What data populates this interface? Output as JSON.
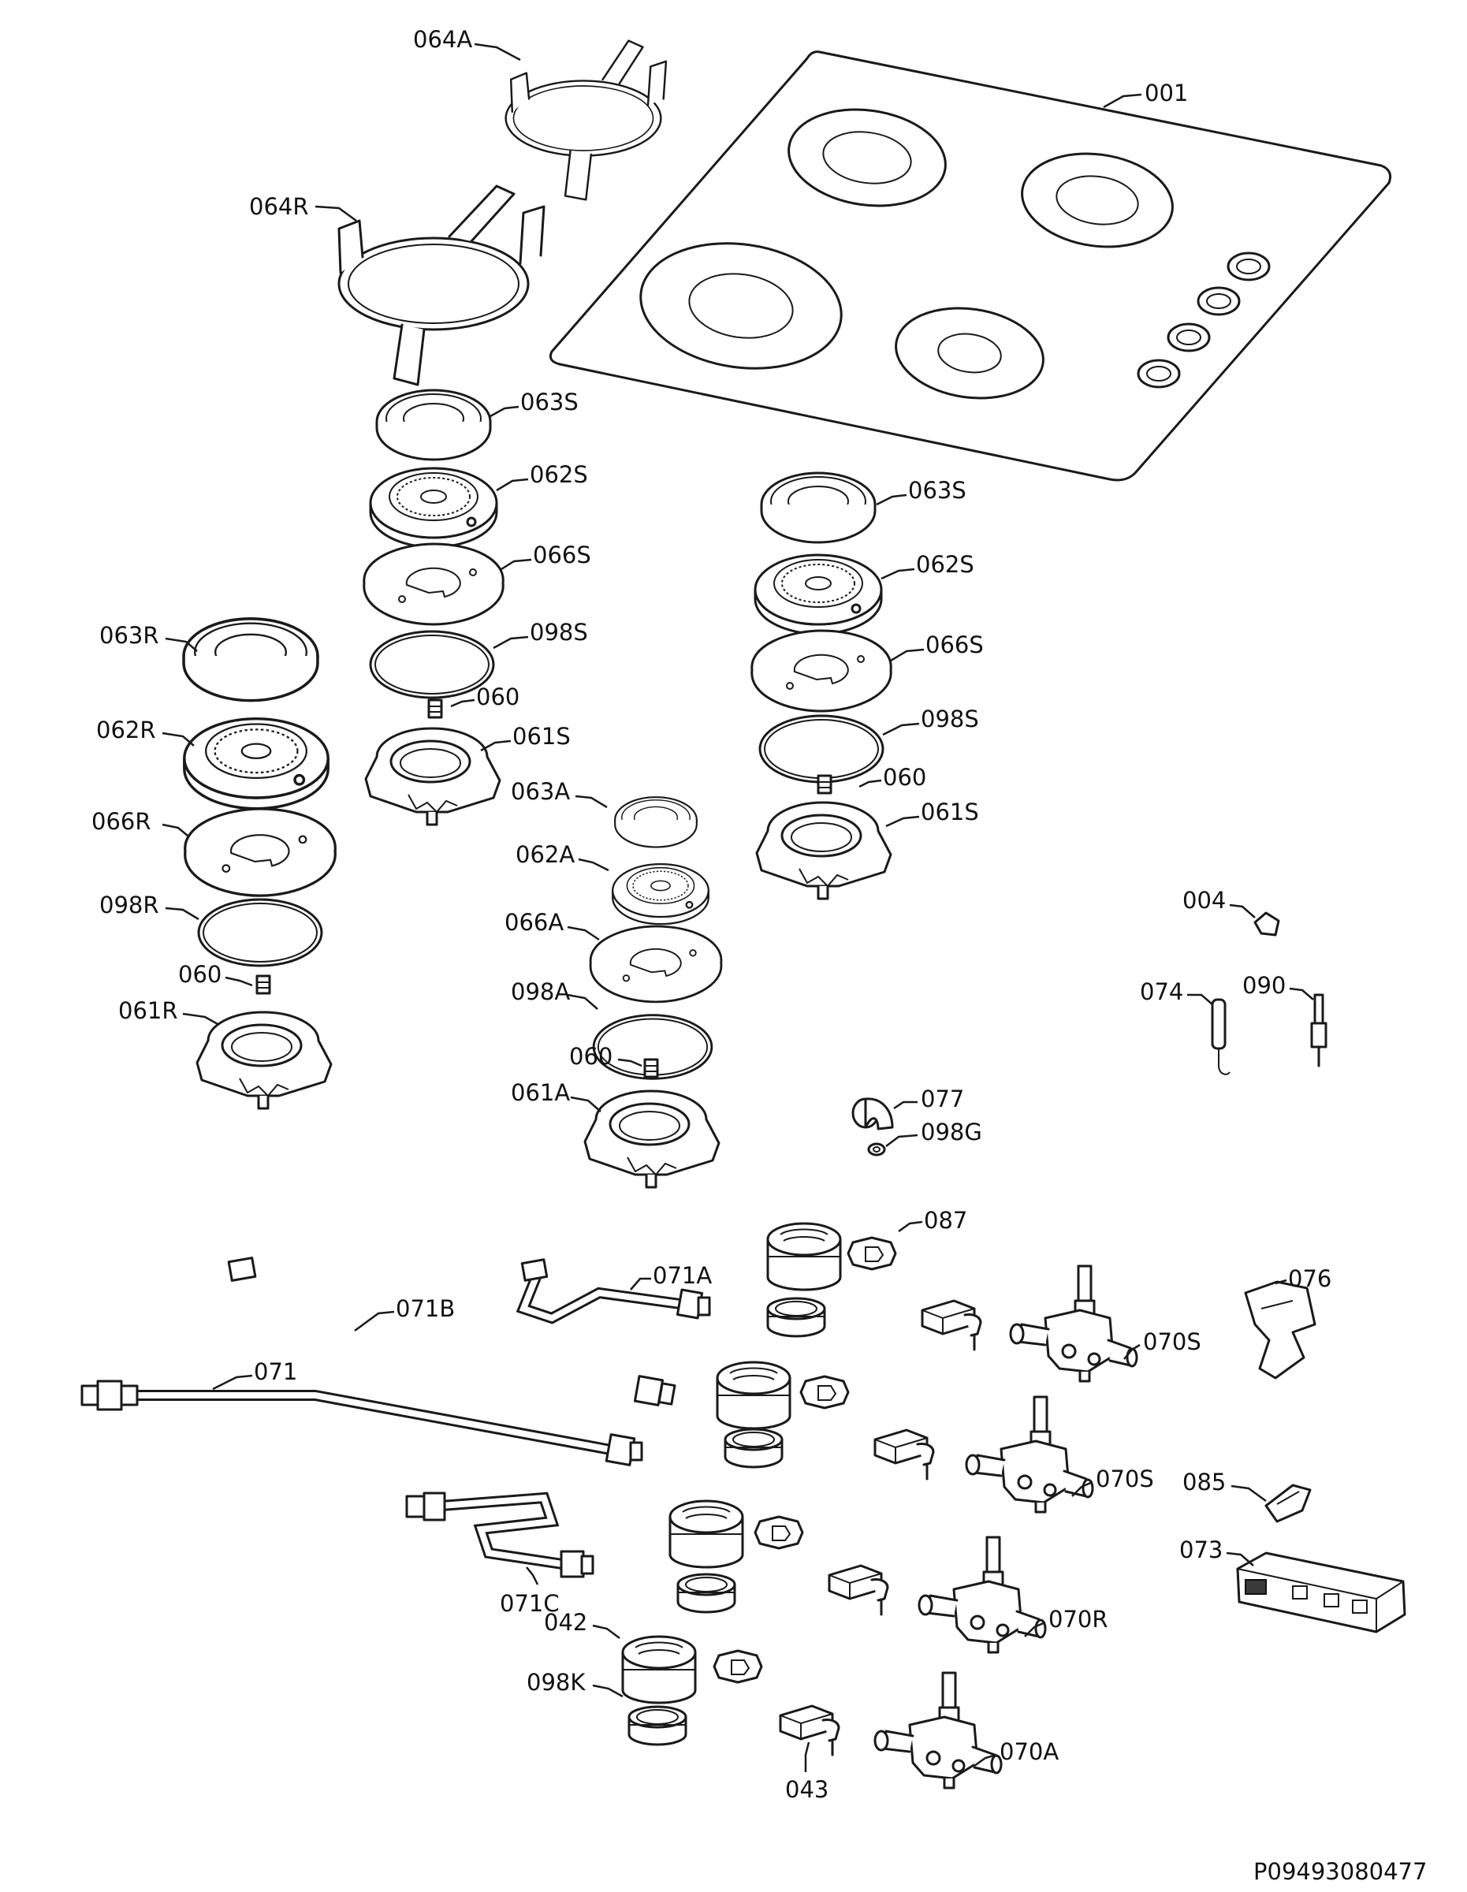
{
  "labels": {
    "l064A": "064A",
    "l001": "001",
    "l064R": "064R",
    "l063S_a": "063S",
    "l062S_a": "062S",
    "l066S_a": "066S",
    "l098S_a": "098S",
    "l060_a": "060",
    "l061S_a": "061S",
    "l063S_b": "063S",
    "l062S_b": "062S",
    "l066S_b": "066S",
    "l098S_b": "098S",
    "l060_b": "060",
    "l061S_b": "061S",
    "l063R": "063R",
    "l062R": "062R",
    "l066R": "066R",
    "l098R": "098R",
    "l060_c": "060",
    "l061R": "061R",
    "l063A": "063A",
    "l062A": "062A",
    "l066A": "066A",
    "l098A": "098A",
    "l060_d": "060",
    "l061A": "061A",
    "l004": "004",
    "l074": "074",
    "l090": "090",
    "l077": "077",
    "l098G": "098G",
    "l087": "087",
    "l071A": "071A",
    "l071B": "071B",
    "l071": "071",
    "l071C": "071C",
    "l076": "076",
    "l070S_a": "070S",
    "l070S_b": "070S",
    "l085": "085",
    "l073": "073",
    "l070R": "070R",
    "l042": "042",
    "l098K": "098K",
    "l043": "043",
    "l070A": "070A"
  },
  "reference_code": "P09493080477"
}
